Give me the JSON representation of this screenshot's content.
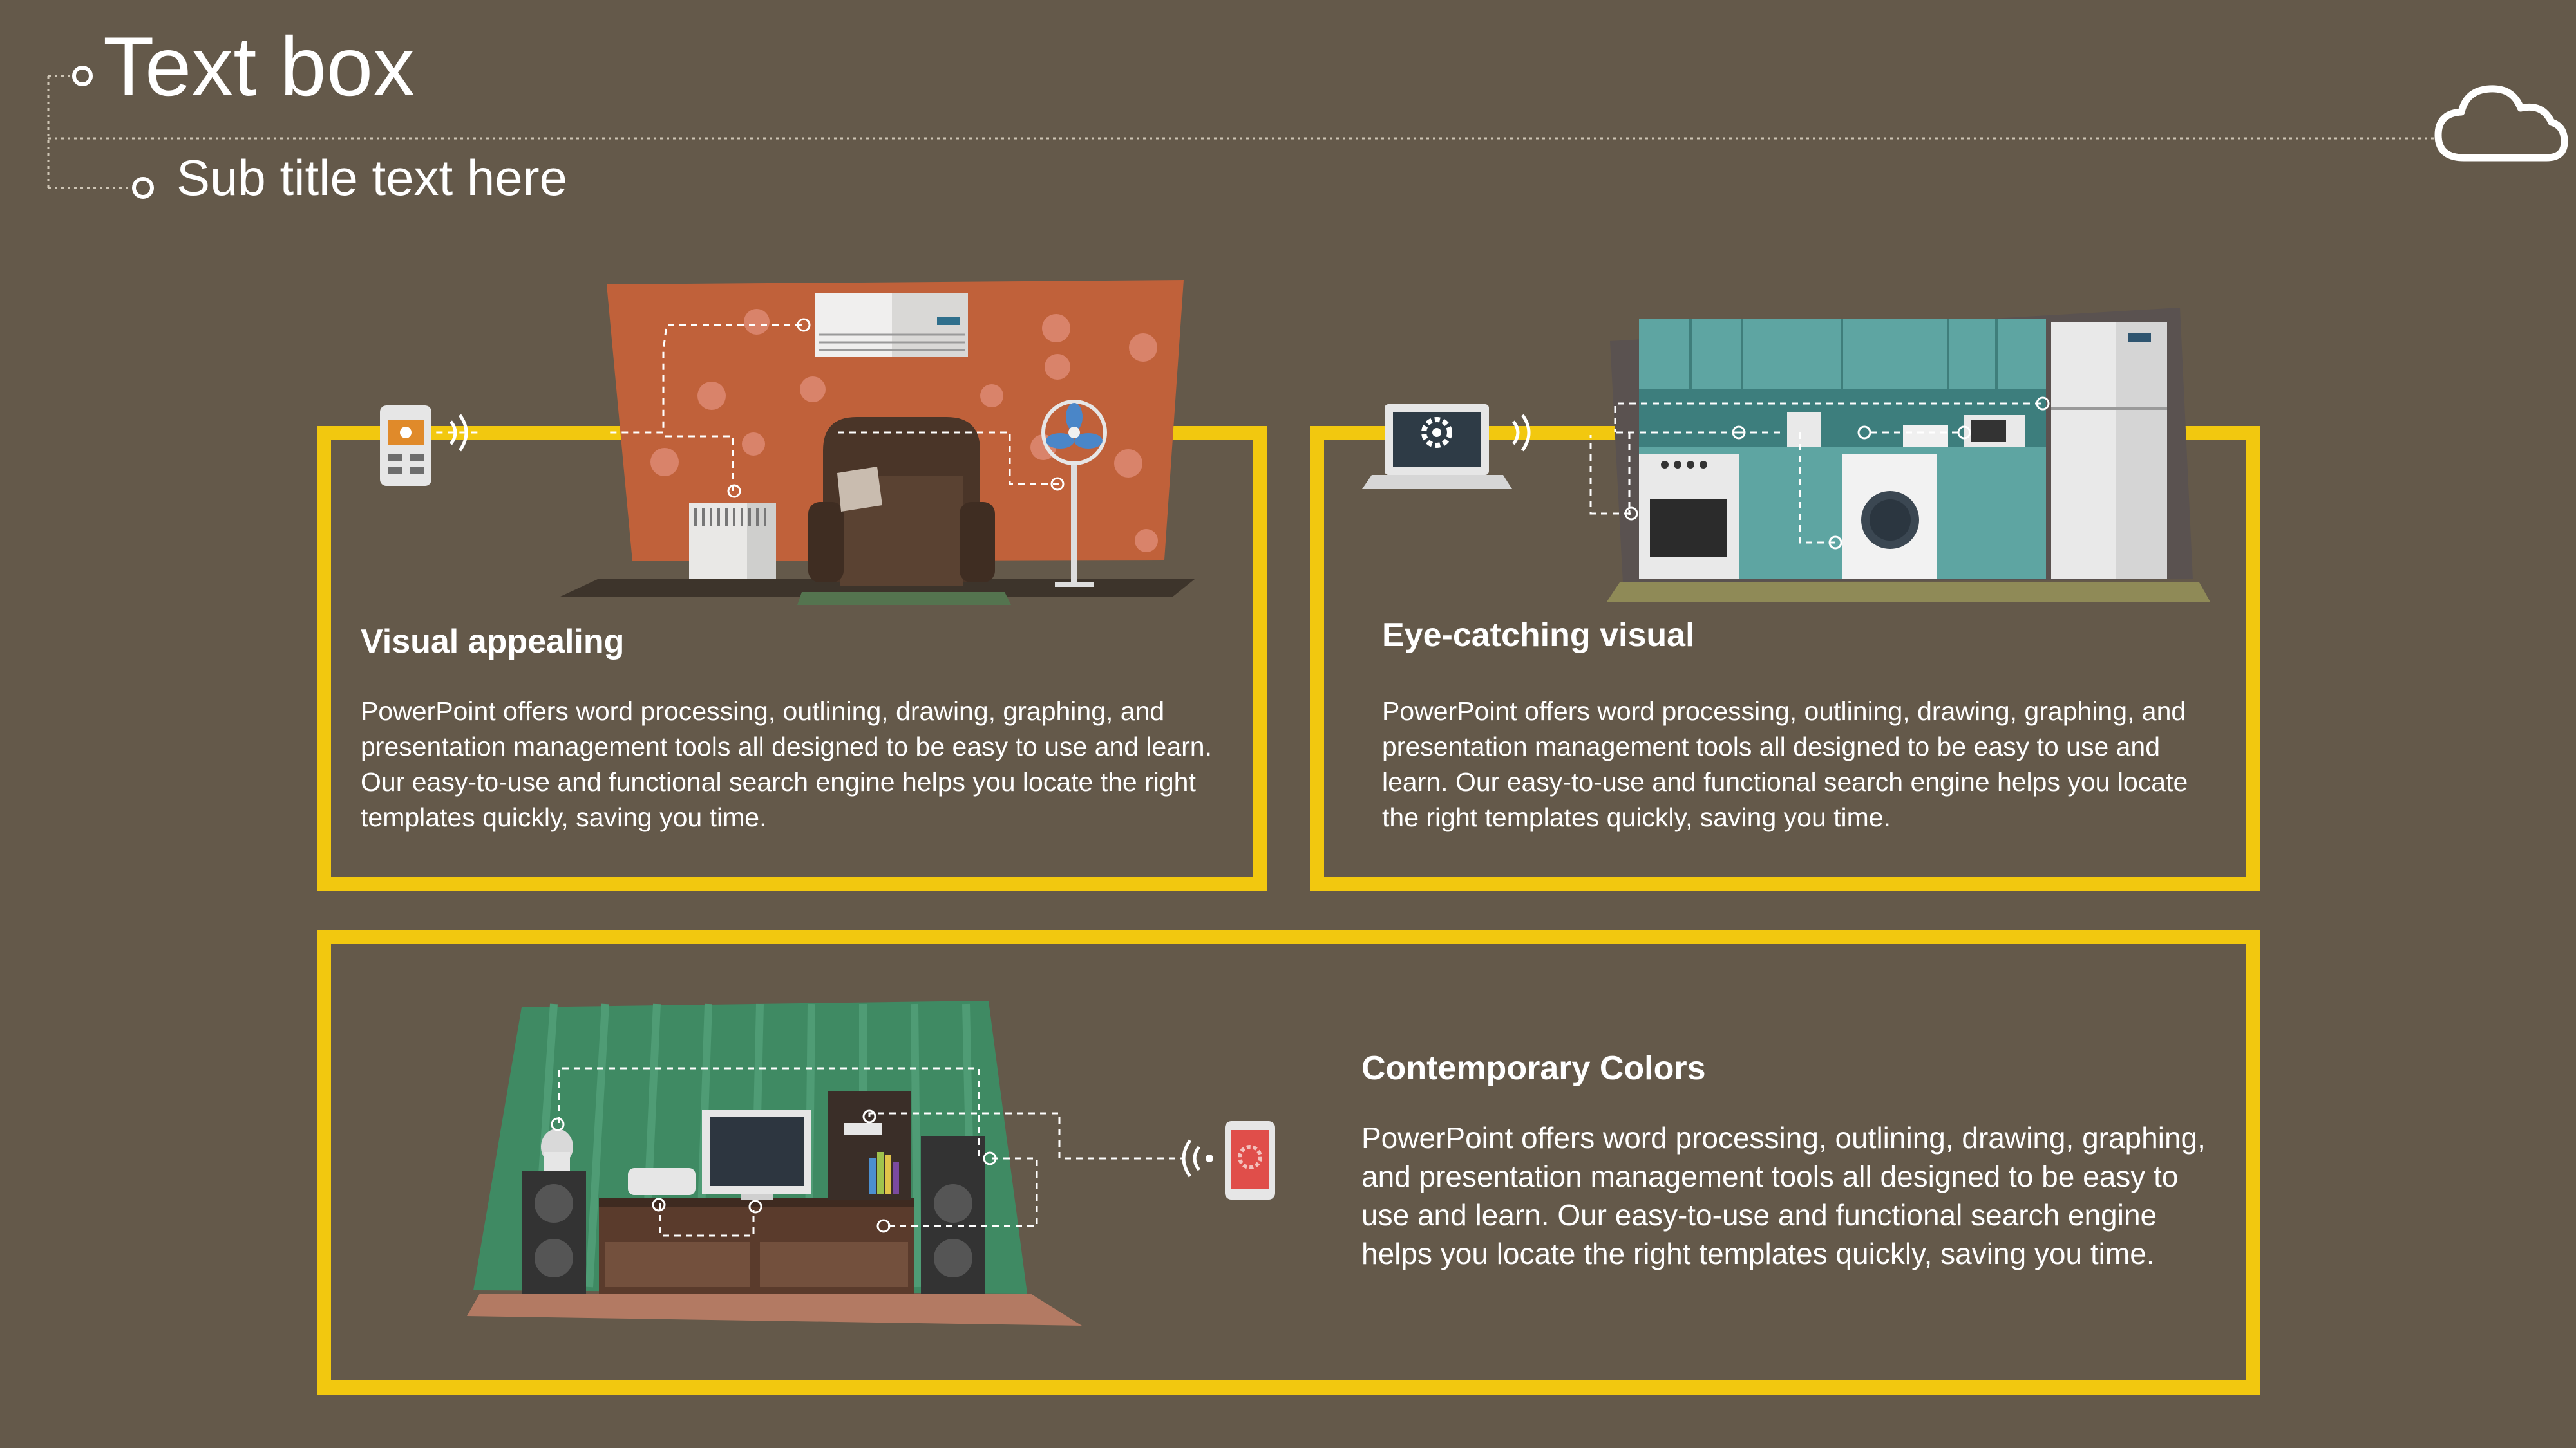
{
  "header": {
    "title": "Text box",
    "subtitle": "Sub title text here",
    "cloud_icon": "cloud-icon"
  },
  "colors": {
    "background": "#64594a",
    "frame": "#f2c80f",
    "text": "#ffffff"
  },
  "cards": [
    {
      "title": "Visual appealing",
      "body": "PowerPoint offers word processing, outlining, drawing, graphing, and presentation management tools all designed to be easy to use and learn. Our easy-to-use and functional search engine helps you locate the right templates quickly, saving you time.",
      "illustration": "living-room-illustration",
      "device_icon": "thermostat-remote-icon"
    },
    {
      "title": "Eye-catching visual",
      "body": "PowerPoint offers word processing, outlining, drawing, graphing, and presentation management tools all designed to be easy to use and learn. Our easy-to-use and functional search engine helps you locate the right templates quickly, saving you time.",
      "illustration": "kitchen-illustration",
      "device_icon": "laptop-icon"
    },
    {
      "title": "Contemporary Colors",
      "body": "PowerPoint offers word processing, outlining, drawing, graphing, and presentation management tools all designed to be easy to use and learn. Our easy-to-use and functional search engine helps you locate the right templates quickly, saving you time.",
      "illustration": "entertainment-room-illustration",
      "device_icon": "smartphone-icon"
    }
  ]
}
